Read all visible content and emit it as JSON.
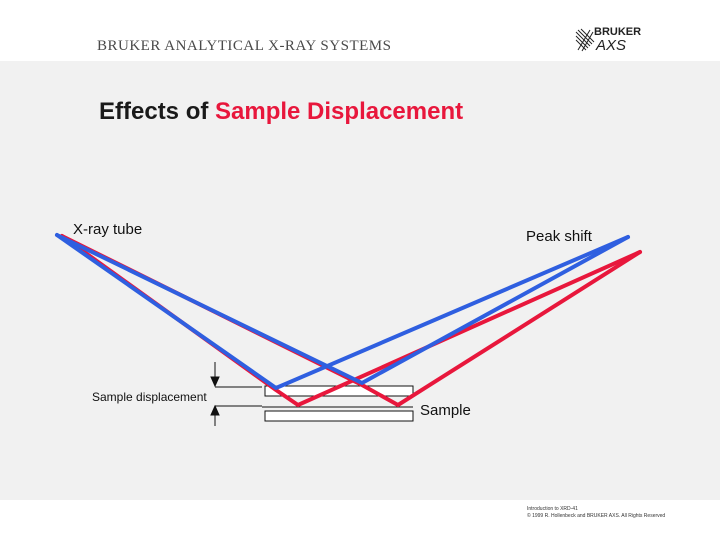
{
  "header": {
    "company": "BRUKER ANALYTICAL X-RAY SYSTEMS"
  },
  "logo": {
    "brand_top": "BRUKER",
    "brand_bottom": "AXS"
  },
  "slide": {
    "title_prefix": "Effects of ",
    "title_accent": "Sample Displacement",
    "accent_color": "#e8173c",
    "beam_blue": "#2f5fe0",
    "beam_red": "#e8173c"
  },
  "diagram": {
    "xray_tube_label": "X-ray tube",
    "peak_shift_label": "Peak shift",
    "sample_displacement_label": "Sample displacement",
    "sample_label": "Sample"
  },
  "footer": {
    "line1": "Introduction to XRD-41",
    "line2": "© 1999 R. Hollenbeck and BRUKER AXS. All Rights Reserved"
  }
}
